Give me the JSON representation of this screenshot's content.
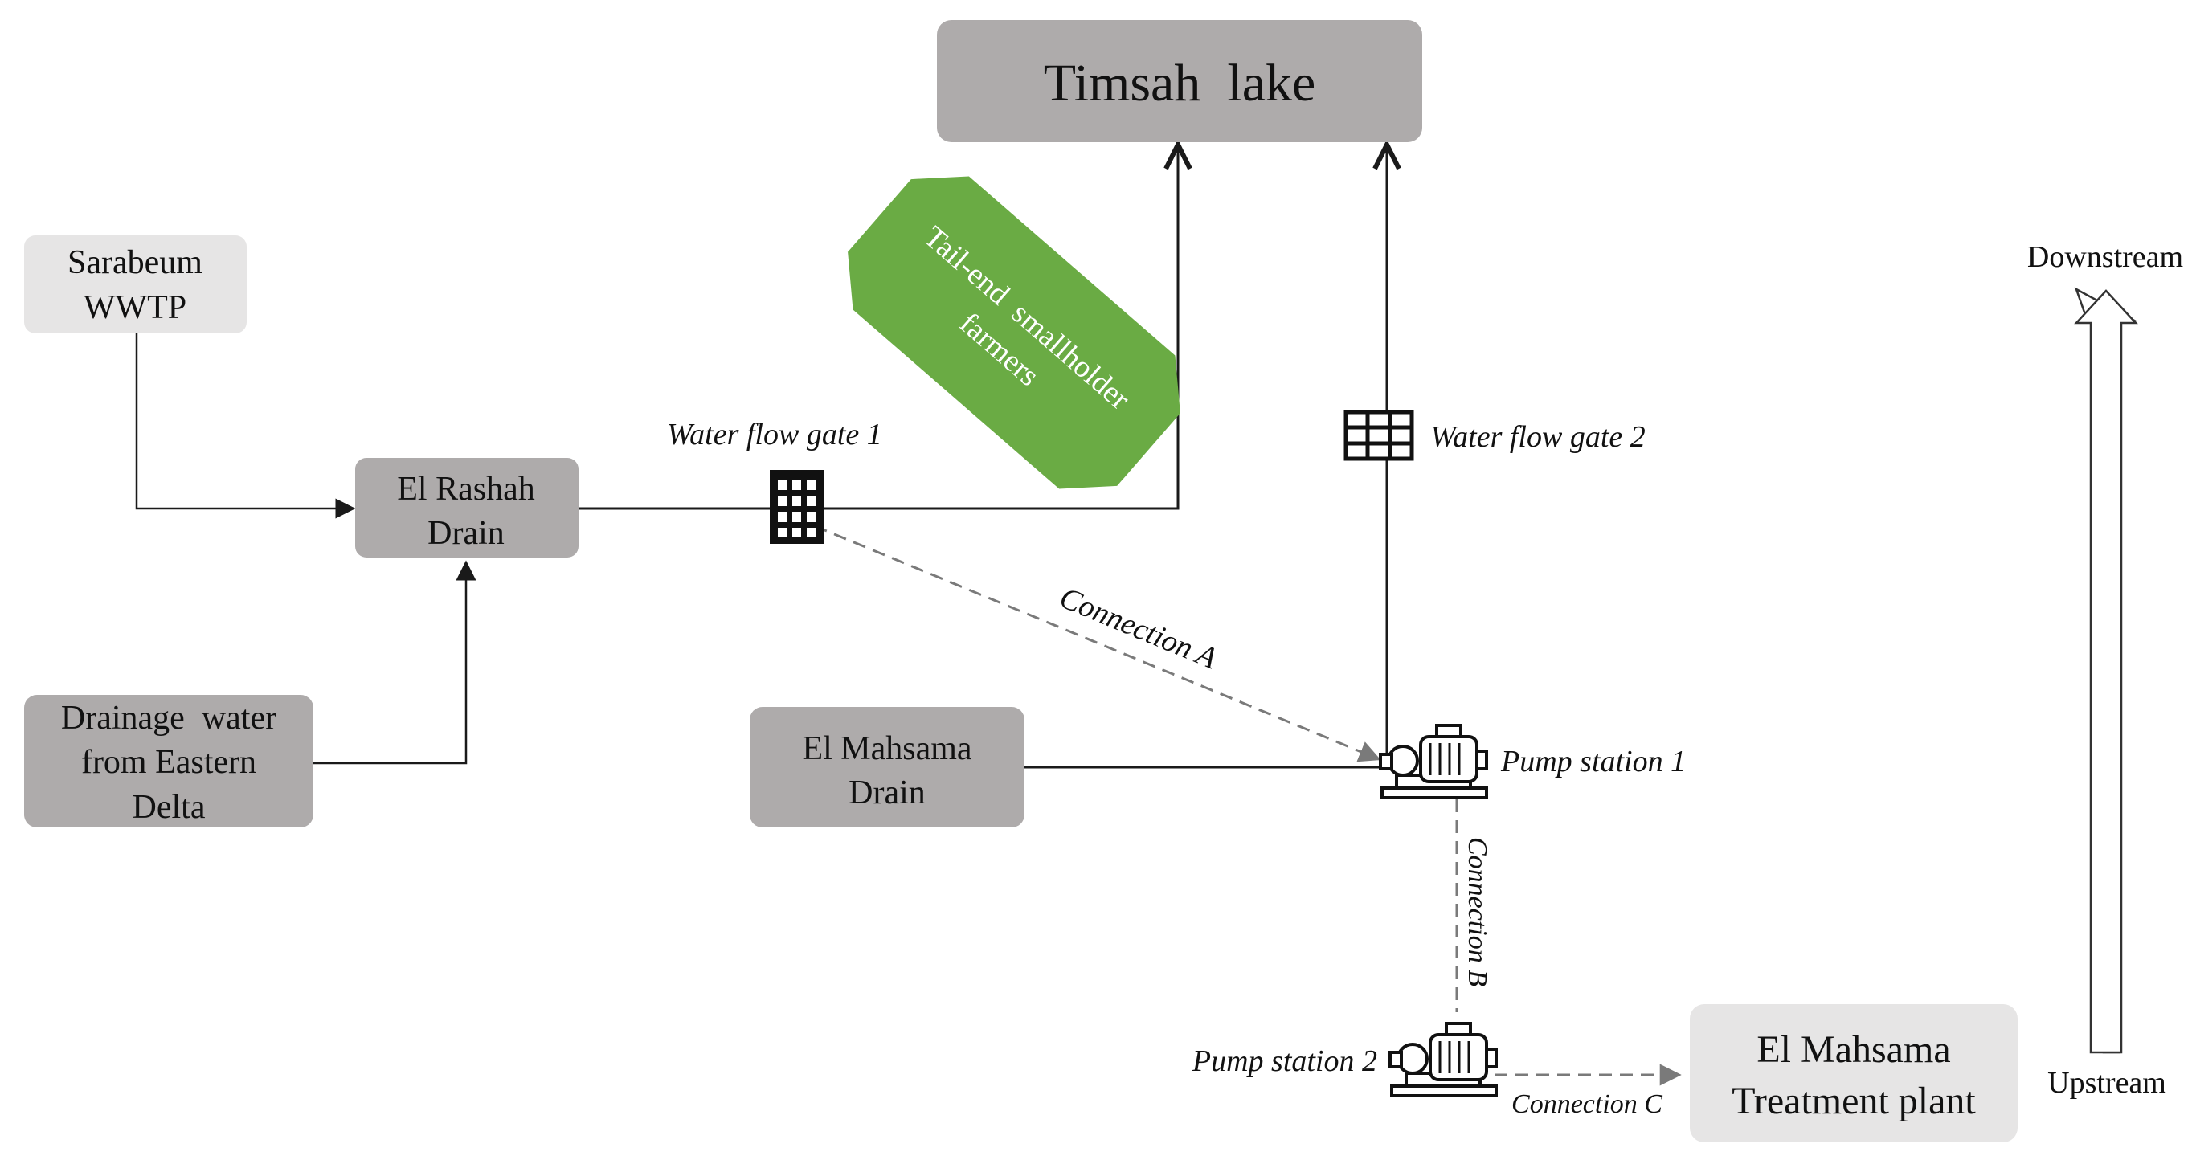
{
  "nodes": {
    "timsah_lake": "Timsah  lake",
    "sarabeum_line1": "Sarabeum",
    "sarabeum_line2": "WWTP",
    "el_rashah_line1": "El Rashah",
    "el_rashah_line2": "Drain",
    "drainage_line1": "Drainage  water",
    "drainage_line2": "from Eastern",
    "drainage_line3": "Delta",
    "el_mahsama_drain_line1": "El Mahsama",
    "el_mahsama_drain_line2": "Drain",
    "treatment_line1": "El Mahsama",
    "treatment_line2": "Treatment plant",
    "farmers_line1": "Tail-end  smallholder",
    "farmers_line2": "farmers"
  },
  "labels": {
    "gate1": "Water flow gate 1",
    "gate2": "Water flow gate 2",
    "pump1": "Pump station 1",
    "pump2": "Pump station 2",
    "connection_a": "Connection A",
    "connection_b": "Connection B",
    "connection_c": "Connection C",
    "downstream": "Downstream",
    "upstream": "Upstream"
  },
  "colors": {
    "box_dark": "#aeabab",
    "box_light": "#e6e5e5",
    "farmers_green": "#6aab44",
    "line": "#1a1a1a",
    "dashed": "#7a7a7a"
  },
  "icons": {
    "gate": "grid-gate-icon",
    "pump": "pump-station-icon",
    "flow_direction": "hollow-up-arrow-icon"
  }
}
